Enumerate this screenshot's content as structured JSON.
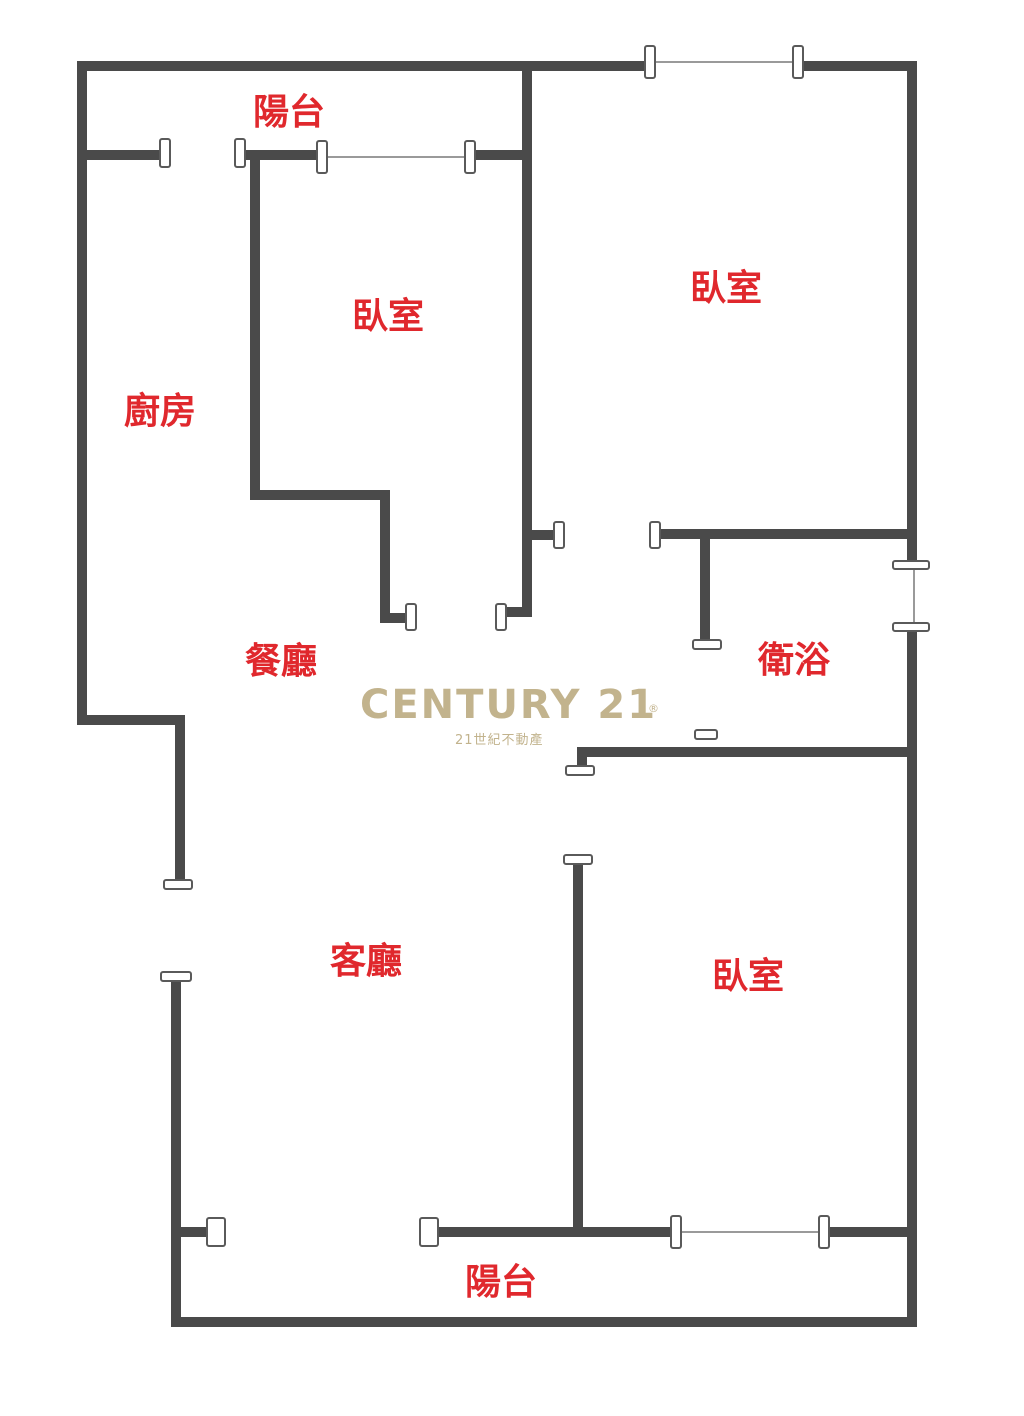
{
  "colors": {
    "wall": "#4a4a4a",
    "room_label": "#e0282d",
    "brand": "#c2b38d"
  },
  "rooms": {
    "balcony_top": "陽台",
    "bedroom_1": "臥室",
    "bedroom_2": "臥室",
    "kitchen": "廚房",
    "dining": "餐廳",
    "bathroom": "衛浴",
    "living": "客廳",
    "bedroom_3": "臥室",
    "balcony_bottom": "陽台"
  },
  "logo": {
    "brand": "CENTURY 21",
    "subtitle": "21世紀不動產",
    "mark": "®"
  }
}
